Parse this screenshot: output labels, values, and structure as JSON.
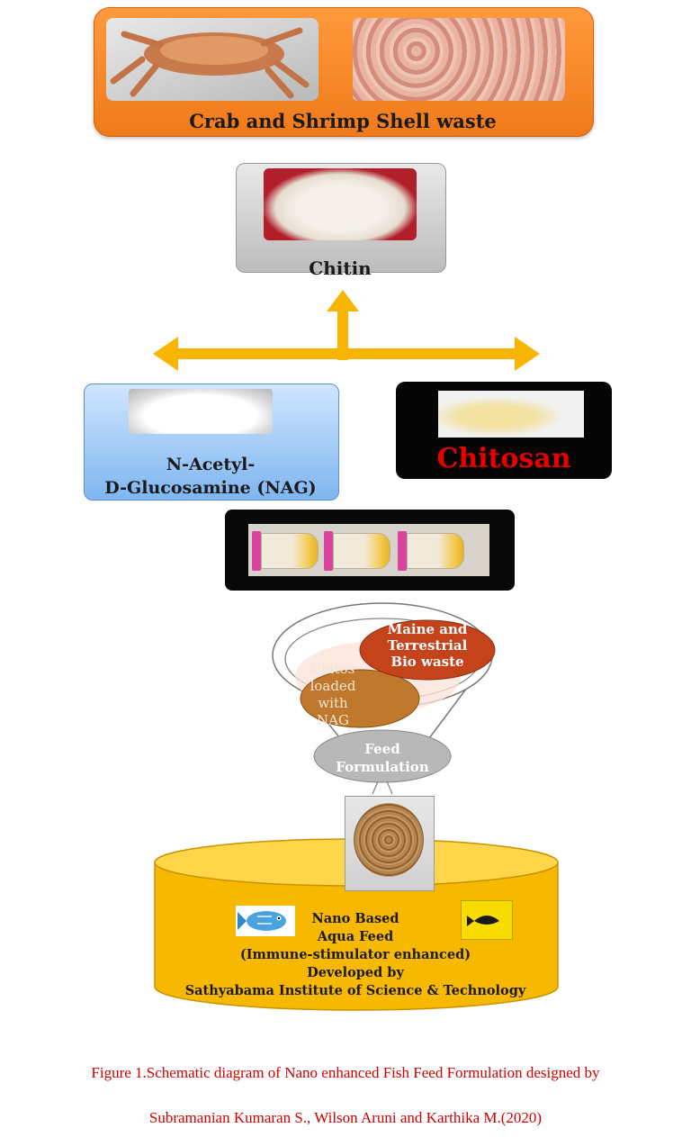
{
  "diagram": {
    "source": {
      "label": "Crab and Shrimp Shell waste"
    },
    "chitin": {
      "label": "Chitin"
    },
    "nag": {
      "line1": "N-Acetyl-",
      "line2": "D-Glucosamine (NAG)"
    },
    "chitosan": {
      "label": "Chitosan"
    },
    "funnel": {
      "outer_ellipse": {
        "line1": "Maine and",
        "line2": "Terrestrial",
        "line3": "Bio waste"
      },
      "inner_ellipse": {
        "line1": "Chitos",
        "line2": "loaded",
        "line3": "with",
        "line4": "NAG"
      },
      "bottom_ellipse": {
        "line1": "Feed",
        "line2": "Formulation"
      }
    },
    "product": {
      "line1": "Nano Based",
      "line2": "Aqua Feed",
      "line3": "(Immune-stimulator enhanced)",
      "line4": "Developed by",
      "line5": "Sathyabama Institute of Science  & Technology"
    }
  },
  "caption": {
    "line1": "Figure 1.Schematic diagram of Nano enhanced Fish Feed Formulation designed by",
    "line2": "Subramanian Kumaran S., Wilson Aruni and Karthika M.(2020)"
  },
  "colors": {
    "source_box": "#f07a1a",
    "arrow": "#f7b500",
    "nag_box": "#7fb6f0",
    "chitosan_text": "#e80000",
    "cylinder": "#f7b800",
    "caption": "#d40000"
  }
}
